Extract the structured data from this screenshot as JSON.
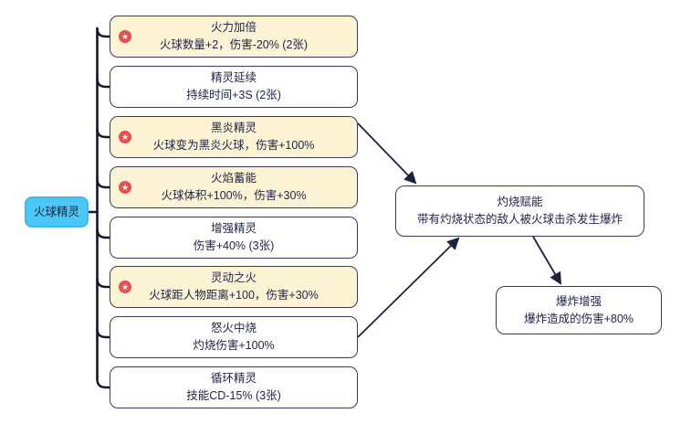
{
  "root": {
    "label": "火球精灵"
  },
  "icons": {
    "star": "★"
  },
  "colors": {
    "line": "#15152c",
    "arrow": "#1c2340",
    "box_border": "#3a3a57",
    "starred_fill": "#fbf3d4",
    "plain_fill": "#ffffff",
    "root_fill": "#4cc8f7",
    "root_border": "#41b9ea",
    "star_badge": "#e8504e",
    "text": "#20254a"
  },
  "column": {
    "items": [
      {
        "title": "火力加倍",
        "desc": "火球数量+2，伤害-20% (2张)",
        "starred": true
      },
      {
        "title": "精灵延续",
        "desc": "持续时间+3S (2张)",
        "starred": false
      },
      {
        "title": "黑炎精灵",
        "desc": "火球变为黑炎火球，伤害+100%",
        "starred": true
      },
      {
        "title": "火焰蓄能",
        "desc": "火球体积+100%，伤害+30%",
        "starred": true
      },
      {
        "title": "增强精灵",
        "desc": "伤害+40% (3张)",
        "starred": false
      },
      {
        "title": "灵动之火",
        "desc": "火球距人物距离+100，伤害+30%",
        "starred": true
      },
      {
        "title": "怒火中烧",
        "desc": "灼烧伤害+100%",
        "starred": false
      },
      {
        "title": "循环精灵",
        "desc": "技能CD-15% (3张)",
        "starred": false
      }
    ]
  },
  "details": {
    "burn": {
      "title": "灼烧赋能",
      "desc": "带有灼烧状态的敌人被火球击杀发生爆炸"
    },
    "explosion": {
      "title": "爆炸增强",
      "desc": "爆炸造成的伤害+80%"
    }
  }
}
